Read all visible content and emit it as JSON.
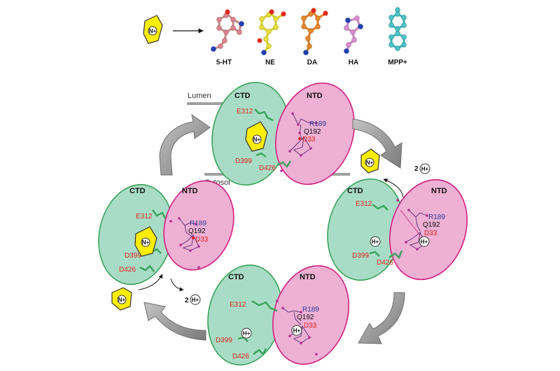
{
  "legend": {
    "substrate_symbol": "N+",
    "molecules": [
      {
        "label": "5-HT",
        "color": "#d9858f"
      },
      {
        "label": "NE",
        "color": "#e8e03a"
      },
      {
        "label": "DA",
        "color": "#e8882a"
      },
      {
        "label": "HA",
        "color": "#d98fd0"
      },
      {
        "label": "MPP+",
        "color": "#4cc4c8"
      }
    ]
  },
  "membrane": {
    "lumen": "Lumen",
    "cytosol": "Cytosol"
  },
  "domains": {
    "ctd": "CTD",
    "ntd": "NTD"
  },
  "residues": {
    "e312": "E312",
    "r189": "R189",
    "q192": "Q192",
    "d33": "D33",
    "d399": "D399",
    "d426": "D426"
  },
  "proton": {
    "symbol": "H+",
    "count": "2"
  },
  "colors": {
    "ctd_fill": "#a9dcc6",
    "ctd_stroke": "#3aa35c",
    "ntd_fill": "#eeb0d3",
    "ntd_stroke": "#d0207f",
    "substrate": "#ffee00",
    "arrow": "#9a9a9a"
  }
}
